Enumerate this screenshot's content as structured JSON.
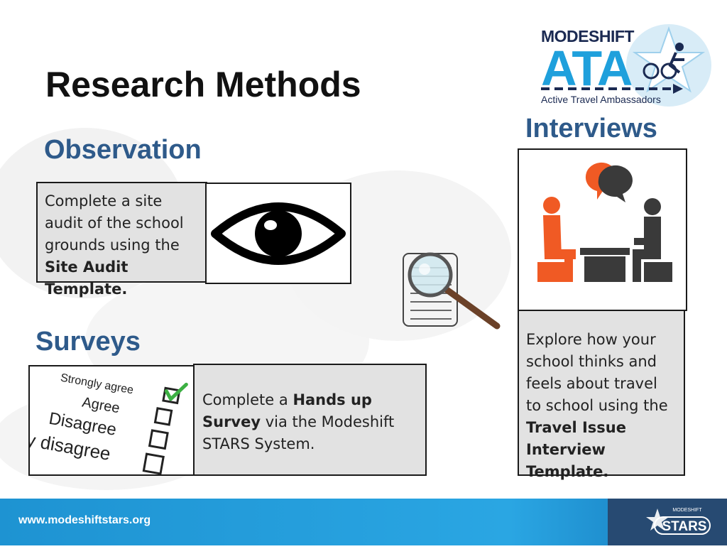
{
  "slide": {
    "title": "Research Methods"
  },
  "logo": {
    "brand": "MODESHIFT",
    "acronym": "ATA",
    "subtitle": "Active Travel Ambassadors"
  },
  "observation": {
    "heading": "Observation",
    "text_pre": "Complete a site audit of the school grounds using the ",
    "text_bold": "Site Audit Template."
  },
  "interviews": {
    "heading": "Interviews",
    "text_pre": "Explore how your school thinks and feels about travel to school using the ",
    "text_bold": "Travel Issue Interview Template."
  },
  "surveys": {
    "heading": "Surveys",
    "text_pre": "Complete a ",
    "text_bold": "Hands up Survey",
    "text_post": " via the Modeshift STARS System.",
    "scale_labels": [
      "Strongly agree",
      "Agree",
      "Disagree",
      "ly disagree"
    ]
  },
  "footer": {
    "url": "www.modeshiftstars.org",
    "logo_text": "STARS",
    "logo_small": "MODESHIFT"
  },
  "colors": {
    "heading": "#2e5a8a",
    "footer": "#2aa6e3",
    "accent": "#1fa0dc",
    "person_orange": "#f05a24",
    "person_dark": "#3a3a3a"
  }
}
